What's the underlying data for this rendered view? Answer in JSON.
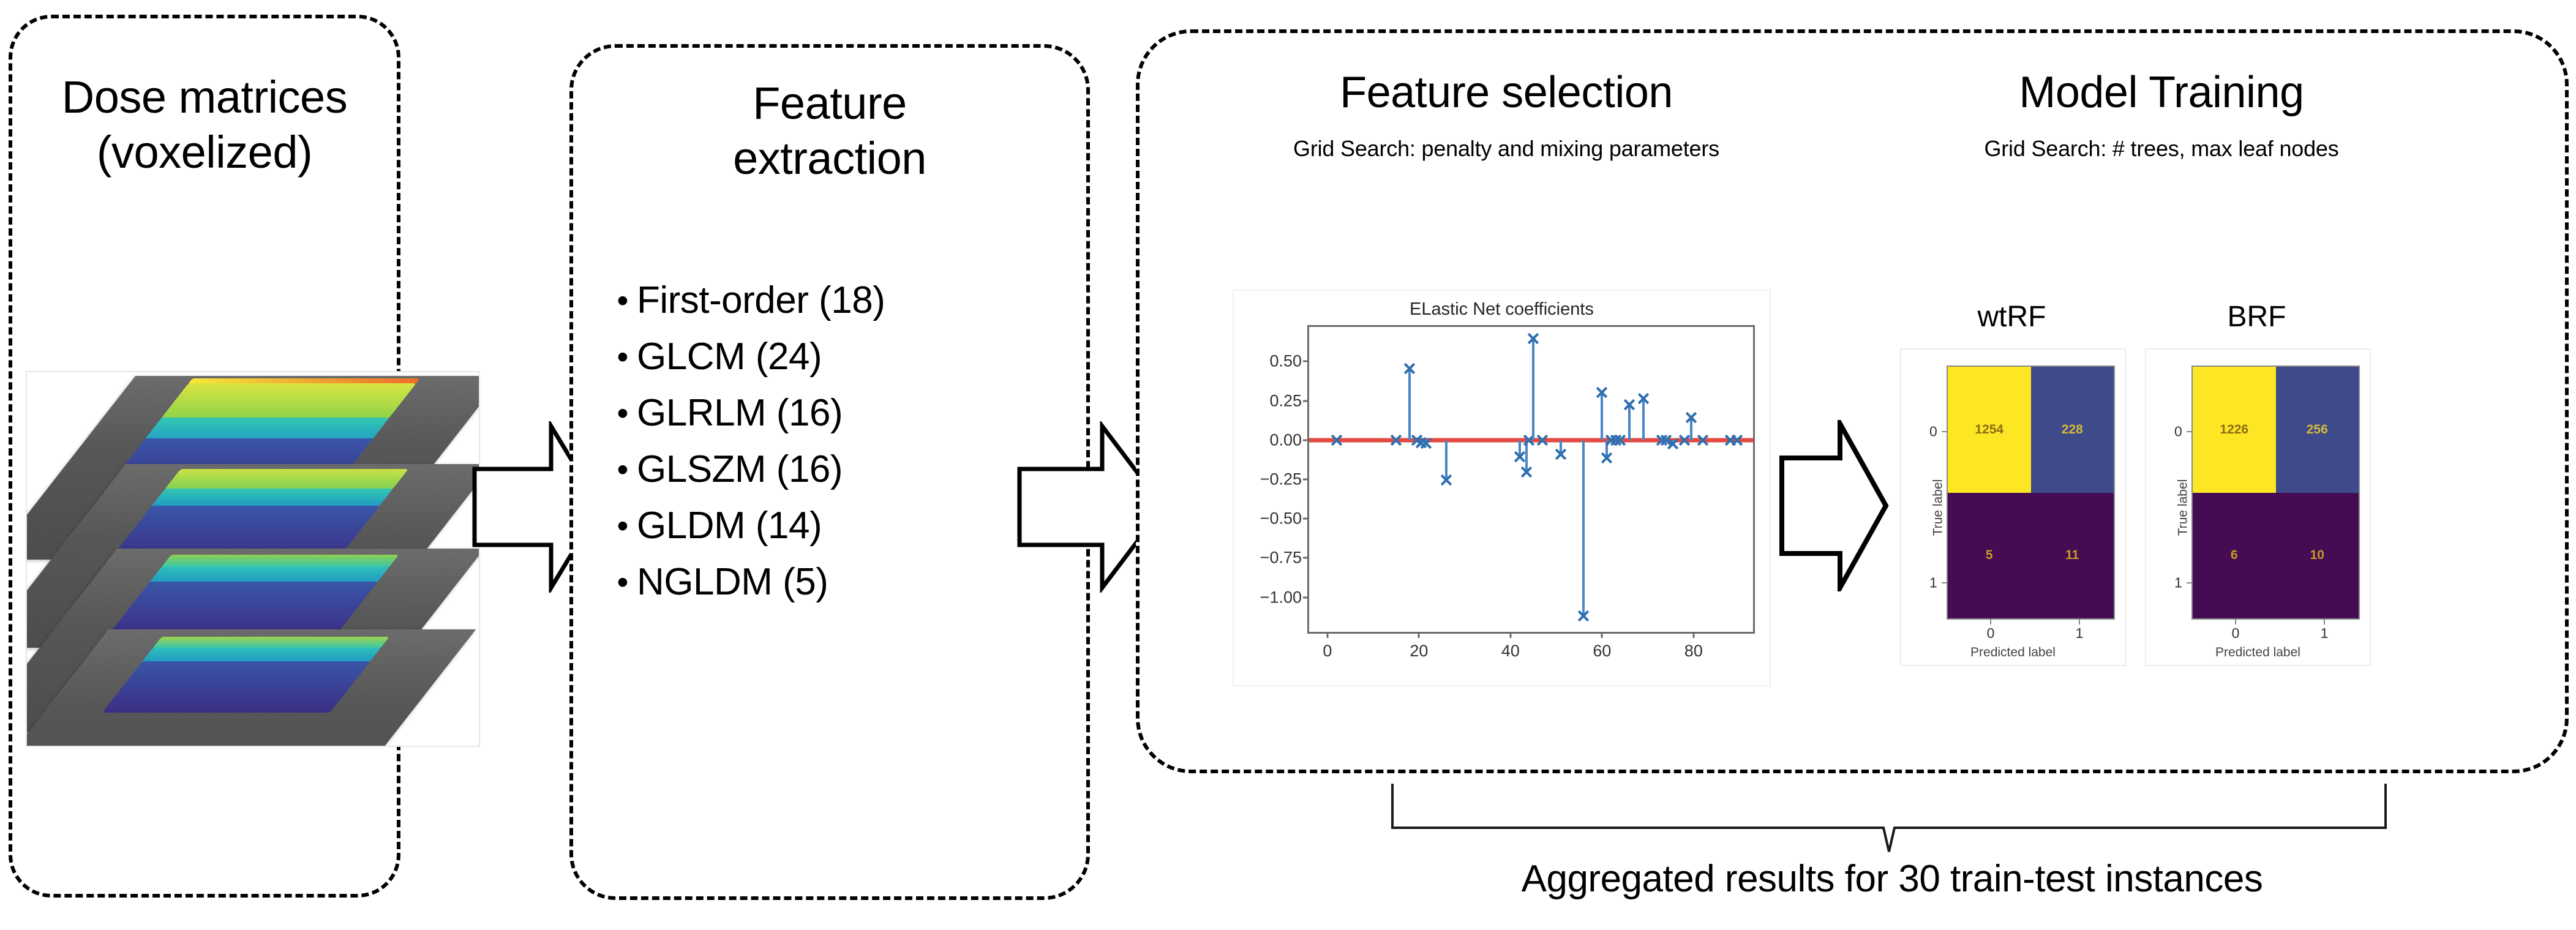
{
  "panels": {
    "dose": {
      "title_line1": "Dose matrices",
      "title_line2": "(voxelized)"
    },
    "feature_extraction": {
      "title_line1": "Feature",
      "title_line2": "extraction",
      "bullet": "•",
      "items": [
        "First-order (18)",
        "GLCM (24)",
        "GLRLM (16)",
        "GLSZM (16)",
        "GLDM (14)",
        "NGLDM (5)"
      ]
    },
    "model": {
      "feature_selection": {
        "title": "Feature selection",
        "subtitle": "Grid Search: penalty and mixing parameters"
      },
      "model_training": {
        "title": "Model Training",
        "subtitle": "Grid Search: # trees, max leaf nodes"
      }
    }
  },
  "footer": {
    "caption": "Aggregated results for 30 train-test instances"
  },
  "colors": {
    "stem": "#4a86c5",
    "marker": "#2f6fb0",
    "zero_line": "#e24a42",
    "cm_high": "#fde725",
    "cm_mid": "#3e4a89",
    "cm_low": "#450c54",
    "cm_text": "#c79c22"
  },
  "chart_data": [
    {
      "type": "scatter",
      "name": "elastic-net-coefficients",
      "title": "ELastic Net coefficients",
      "xlabel": "",
      "ylabel": "",
      "xlim": [
        -4,
        93
      ],
      "ylim": [
        -1.22,
        0.72
      ],
      "xticks": [
        0,
        20,
        40,
        60,
        80
      ],
      "yticks": [
        0.5,
        0.25,
        0.0,
        -0.25,
        -0.5,
        -0.75,
        -1.0
      ],
      "ytick_labels": [
        "0.50",
        "0.25",
        "0.00",
        "−0.25",
        "−0.50",
        "−0.75",
        "−1.00"
      ],
      "xtick_labels": [
        "0",
        "20",
        "40",
        "60",
        "80"
      ],
      "grid": false,
      "zero_line": 0.0,
      "x": [
        2,
        15,
        18,
        19.5,
        20.5,
        21.5,
        26,
        42,
        43.5,
        44,
        45,
        47,
        51,
        56,
        60,
        61,
        62,
        63,
        64,
        66,
        69,
        73,
        74,
        75.5,
        78,
        79.5,
        82,
        88,
        89.5
      ],
      "values": [
        0.0,
        0.0,
        0.455,
        0.0,
        -0.015,
        -0.02,
        -0.255,
        -0.105,
        -0.205,
        0.0,
        0.645,
        0.0,
        -0.09,
        -1.12,
        0.305,
        -0.115,
        0.0,
        0.0,
        0.0,
        0.225,
        0.265,
        0.0,
        0.0,
        -0.025,
        0.0,
        0.145,
        0.0,
        0.0,
        0.0
      ]
    },
    {
      "type": "heatmap",
      "name": "confusion-matrix-wtrf",
      "title": "wtRF",
      "xlabel": "Predicted label",
      "ylabel": "True label",
      "xtick_labels": [
        "0",
        "1"
      ],
      "ytick_labels": [
        "0",
        "1"
      ],
      "matrix": [
        [
          1254,
          228
        ],
        [
          5,
          11
        ]
      ]
    },
    {
      "type": "heatmap",
      "name": "confusion-matrix-brf",
      "title": "BRF",
      "xlabel": "Predicted label",
      "ylabel": "True label",
      "xtick_labels": [
        "0",
        "1"
      ],
      "ytick_labels": [
        "0",
        "1"
      ],
      "matrix": [
        [
          1226,
          256
        ],
        [
          6,
          10
        ]
      ]
    }
  ]
}
